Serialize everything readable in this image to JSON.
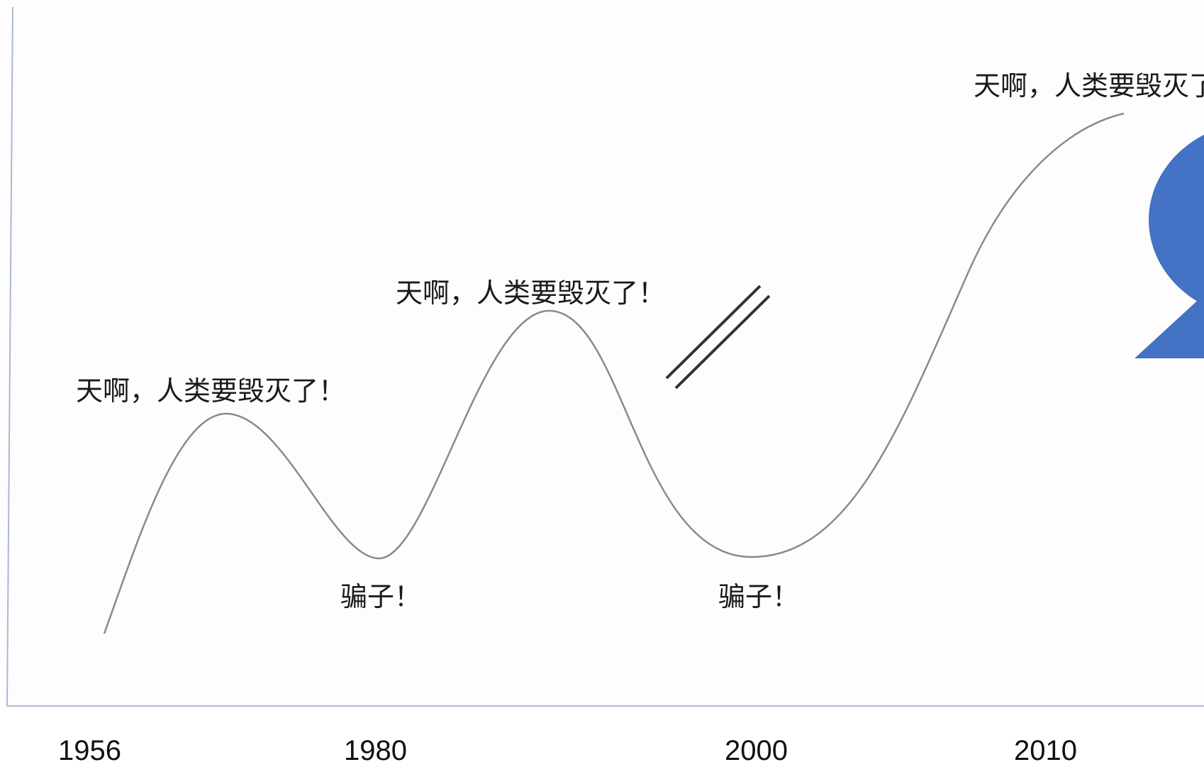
{
  "annotations": {
    "peak_1": "天啊，人类要毁灭了！",
    "trough_1": "骗子！",
    "peak_2": "天啊，人类要毁灭了！",
    "trough_2": "骗子！",
    "peak_3": "天啊，人类要毁灭了！"
  },
  "years": [
    "1956",
    "1980",
    "2000",
    "2010"
  ],
  "colors": {
    "curve": "#8a8a8a",
    "axis": "#aab8d6",
    "bubble": "#4472c4",
    "break_mark": "#333333",
    "text": "#1a1a1a"
  },
  "icons": {
    "break_mark": "double-slash-break-icon",
    "speech_bubble": "speech-bubble-icon"
  }
}
